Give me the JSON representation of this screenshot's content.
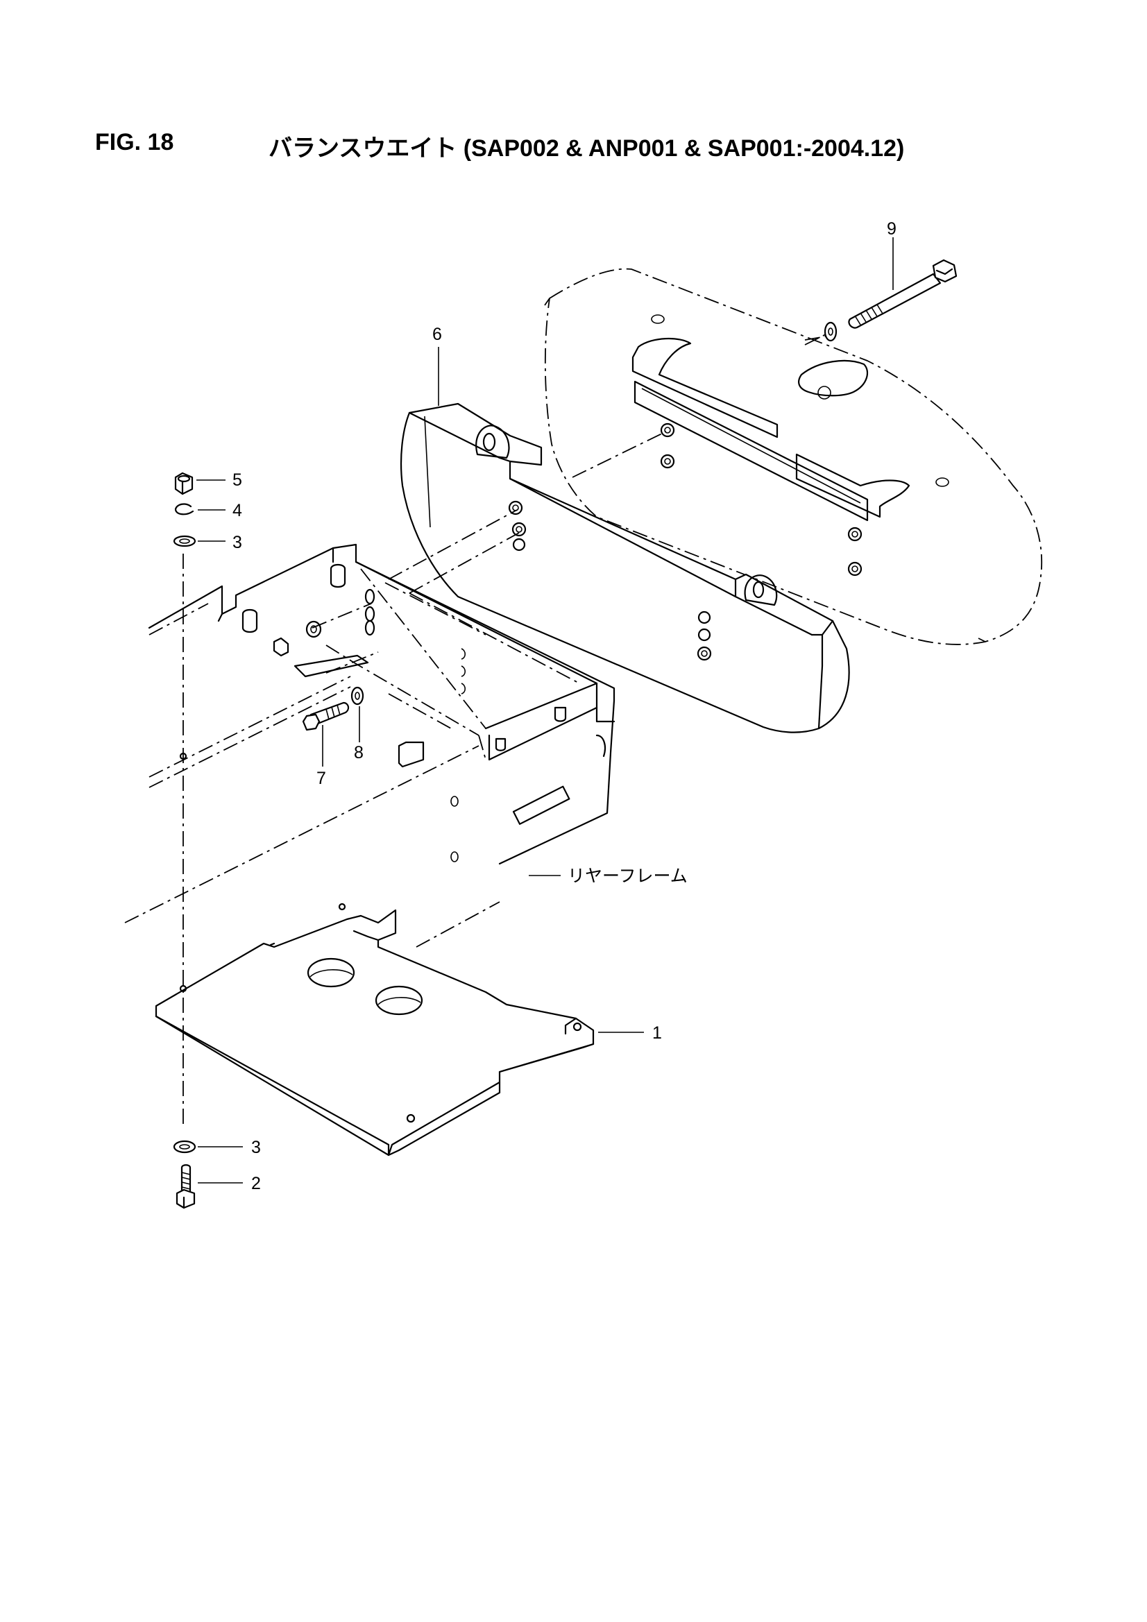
{
  "header": {
    "fig_label": "FIG. 18",
    "title": "バランスウエイト (SAP002 & ANP001 & SAP001:-2004.12)"
  },
  "callouts": {
    "c1": "1",
    "c2": "2",
    "c3_top": "3",
    "c3_bottom": "3",
    "c4": "4",
    "c5": "5",
    "c6": "6",
    "c7": "7",
    "c8": "8",
    "c9": "9",
    "rear_frame": "リヤーフレーム"
  }
}
